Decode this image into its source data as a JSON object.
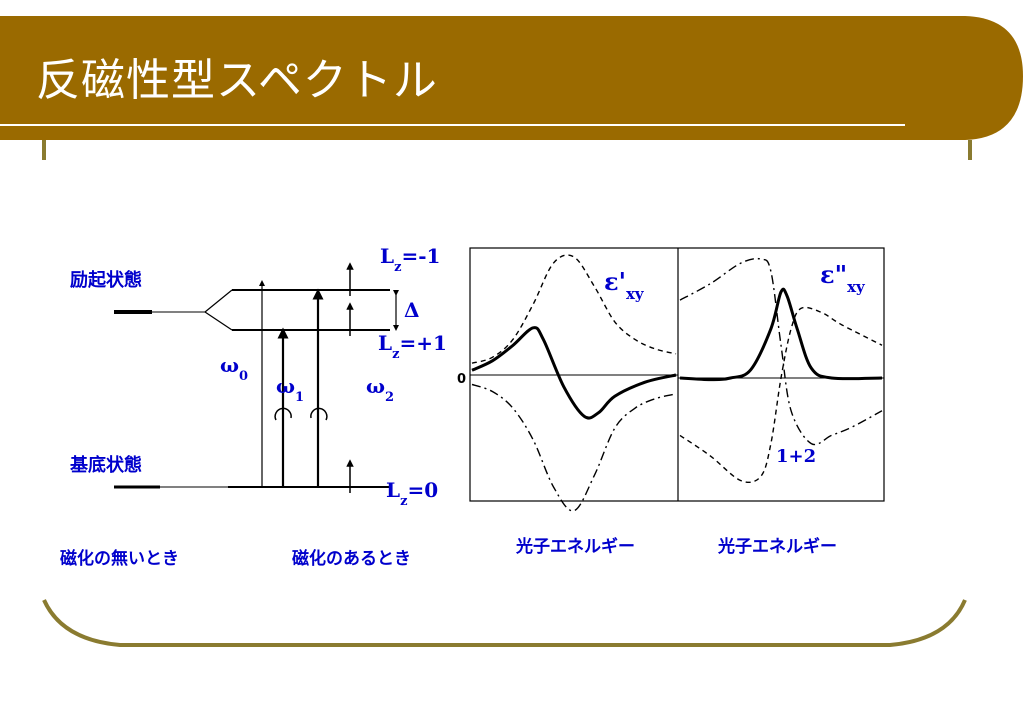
{
  "slide": {
    "title": "反磁性型スペクトル",
    "colors": {
      "banner": "#9a6a00",
      "accent": "#0000cc",
      "line": "#000000"
    }
  },
  "diagram": {
    "excited_state": "励起状態",
    "ground_state": "基底状態",
    "lz_minus1": "L",
    "lz_minus1_sub": "z",
    "lz_minus1_val": "=-1",
    "lz_plus1": "L",
    "lz_plus1_sub": "z",
    "lz_plus1_val": "=+1",
    "lz_zero": "L",
    "lz_zero_sub": "z",
    "lz_zero_val": "=0",
    "delta": "Δ",
    "omega0": "ω",
    "omega0_sub": "0",
    "omega1": "ω",
    "omega1_sub": "1",
    "omega2": "ω",
    "omega2_sub": "2",
    "caption_no_magnetization": "磁化の無いとき",
    "caption_magnetization": "磁化のあるとき"
  },
  "chart_data": [
    {
      "type": "line",
      "xlabel": "光子エネルギー",
      "annotation": "ε'",
      "annotation_sub": "xy",
      "zero_label": "0",
      "series": [
        {
          "style": "dashed",
          "role": "ω1 component",
          "x": [
            0,
            0.1,
            0.2,
            0.3,
            0.4,
            0.5,
            0.6,
            0.7,
            0.8,
            0.9,
            1.0
          ],
          "y": [
            0.1,
            0.15,
            0.3,
            0.6,
            0.95,
            1.0,
            0.75,
            0.45,
            0.3,
            0.22,
            0.18
          ]
        },
        {
          "style": "solid",
          "role": "sum",
          "x": [
            0,
            0.1,
            0.2,
            0.3,
            0.35,
            0.45,
            0.55,
            0.62,
            0.7,
            0.85,
            1.0
          ],
          "y": [
            0.04,
            0.12,
            0.25,
            0.4,
            0.3,
            -0.1,
            -0.35,
            -0.32,
            -0.18,
            -0.06,
            0.0
          ]
        },
        {
          "style": "dashdot",
          "role": "ω2 component",
          "x": [
            0,
            0.1,
            0.2,
            0.3,
            0.4,
            0.5,
            0.6,
            0.7,
            0.8,
            0.9,
            1.0
          ],
          "y": [
            -0.08,
            -0.14,
            -0.28,
            -0.55,
            -0.95,
            -1.15,
            -0.85,
            -0.45,
            -0.28,
            -0.2,
            -0.16
          ]
        }
      ]
    },
    {
      "type": "line",
      "xlabel": "光子エネルギー",
      "annotation": "ε\"",
      "annotation_sub": "xy",
      "label": "1+2",
      "series": [
        {
          "style": "dashdot",
          "role": "ω1 component",
          "x": [
            0,
            0.15,
            0.3,
            0.4,
            0.45,
            0.5,
            0.55,
            0.65,
            0.75,
            0.85,
            1.0
          ],
          "y": [
            0.95,
            1.15,
            1.4,
            1.45,
            1.3,
            0.4,
            -0.4,
            -0.8,
            -0.7,
            -0.6,
            -0.4
          ]
        },
        {
          "style": "dashed",
          "role": "ω2 component",
          "x": [
            0,
            0.15,
            0.3,
            0.4,
            0.45,
            0.5,
            0.55,
            0.6,
            0.7,
            0.8,
            1.0
          ],
          "y": [
            -0.7,
            -0.95,
            -1.25,
            -1.2,
            -0.8,
            0.0,
            0.6,
            0.85,
            0.8,
            0.65,
            0.4
          ]
        },
        {
          "style": "solid",
          "role": "sum",
          "x": [
            0,
            0.15,
            0.25,
            0.35,
            0.45,
            0.5,
            0.53,
            0.58,
            0.65,
            0.75,
            1.0
          ],
          "y": [
            0.0,
            -0.02,
            0.0,
            0.1,
            0.6,
            1.05,
            1.0,
            0.6,
            0.12,
            0.0,
            0.0
          ]
        }
      ]
    }
  ]
}
